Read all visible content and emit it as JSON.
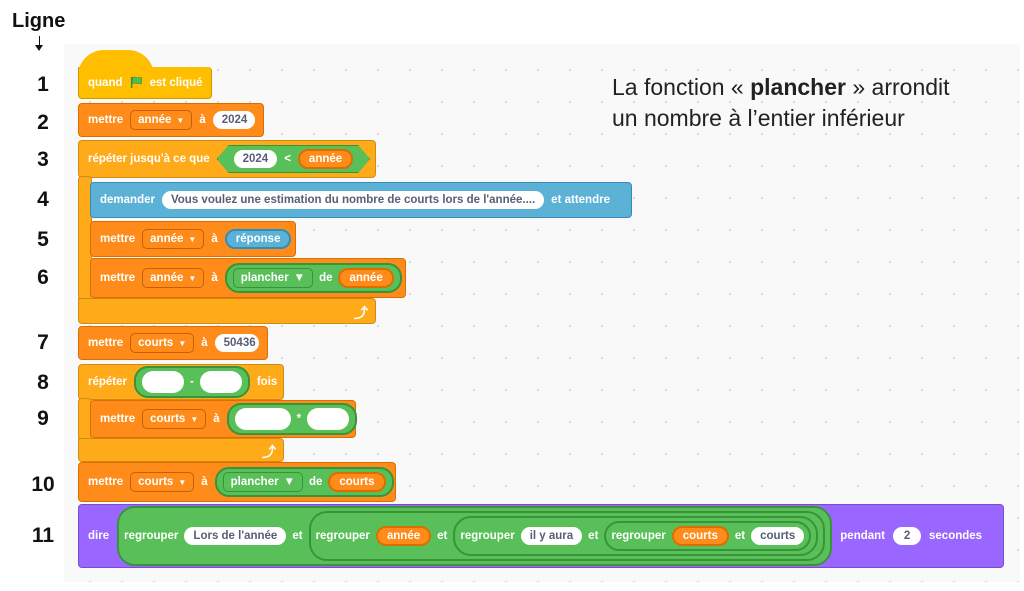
{
  "ligne_label": "Ligne",
  "line_numbers": [
    "1",
    "2",
    "3",
    "4",
    "5",
    "6",
    "7",
    "8",
    "9",
    "10",
    "11"
  ],
  "info": {
    "prefix": "La fonction « ",
    "bold": "plancher",
    "suffix_line1": " » arrondit",
    "line2": "un nombre à l’entier inférieur"
  },
  "blocks": {
    "l1": {
      "when": "quand",
      "clicked": "est cliqué",
      "flag_icon": "green-flag-icon"
    },
    "l2": {
      "set": "mettre",
      "var": "année",
      "to": "à",
      "value": "2024"
    },
    "l3": {
      "repeat_until": "répéter jusqu'à ce que",
      "left": "2024",
      "op": "<",
      "right": "année"
    },
    "l4": {
      "ask": "demander",
      "question": "Vous voulez une estimation du nombre de courts lors de l'année....",
      "wait": "et attendre"
    },
    "l5": {
      "set": "mettre",
      "var": "année",
      "to": "à",
      "value": "réponse"
    },
    "l6": {
      "set": "mettre",
      "var": "année",
      "to": "à",
      "func": "plancher",
      "of": "de",
      "arg": "année"
    },
    "l7": {
      "set": "mettre",
      "var": "courts",
      "to": "à",
      "value": "50436"
    },
    "l8": {
      "repeat": "répéter",
      "minus": "-",
      "times": "fois"
    },
    "l9": {
      "set": "mettre",
      "var": "courts",
      "to": "à",
      "mult": "*"
    },
    "l10": {
      "set": "mettre",
      "var": "courts",
      "to": "à",
      "func": "plancher",
      "of": "de",
      "arg": "courts"
    },
    "l11": {
      "say": "dire",
      "join": "regrouper",
      "and": "et",
      "t1": "Lors de l'année",
      "v1": "année",
      "t2": "il y aura",
      "v2": "courts",
      "t3": "courts",
      "for": "pendant",
      "secs": "2",
      "seconds": "secondes"
    }
  },
  "colors": {
    "variables": "#ff8c1a",
    "control": "#ffab19",
    "sensing": "#5cb1d6",
    "looks": "#9966ff",
    "operators": "#59c059",
    "events": "#ffbf00"
  }
}
